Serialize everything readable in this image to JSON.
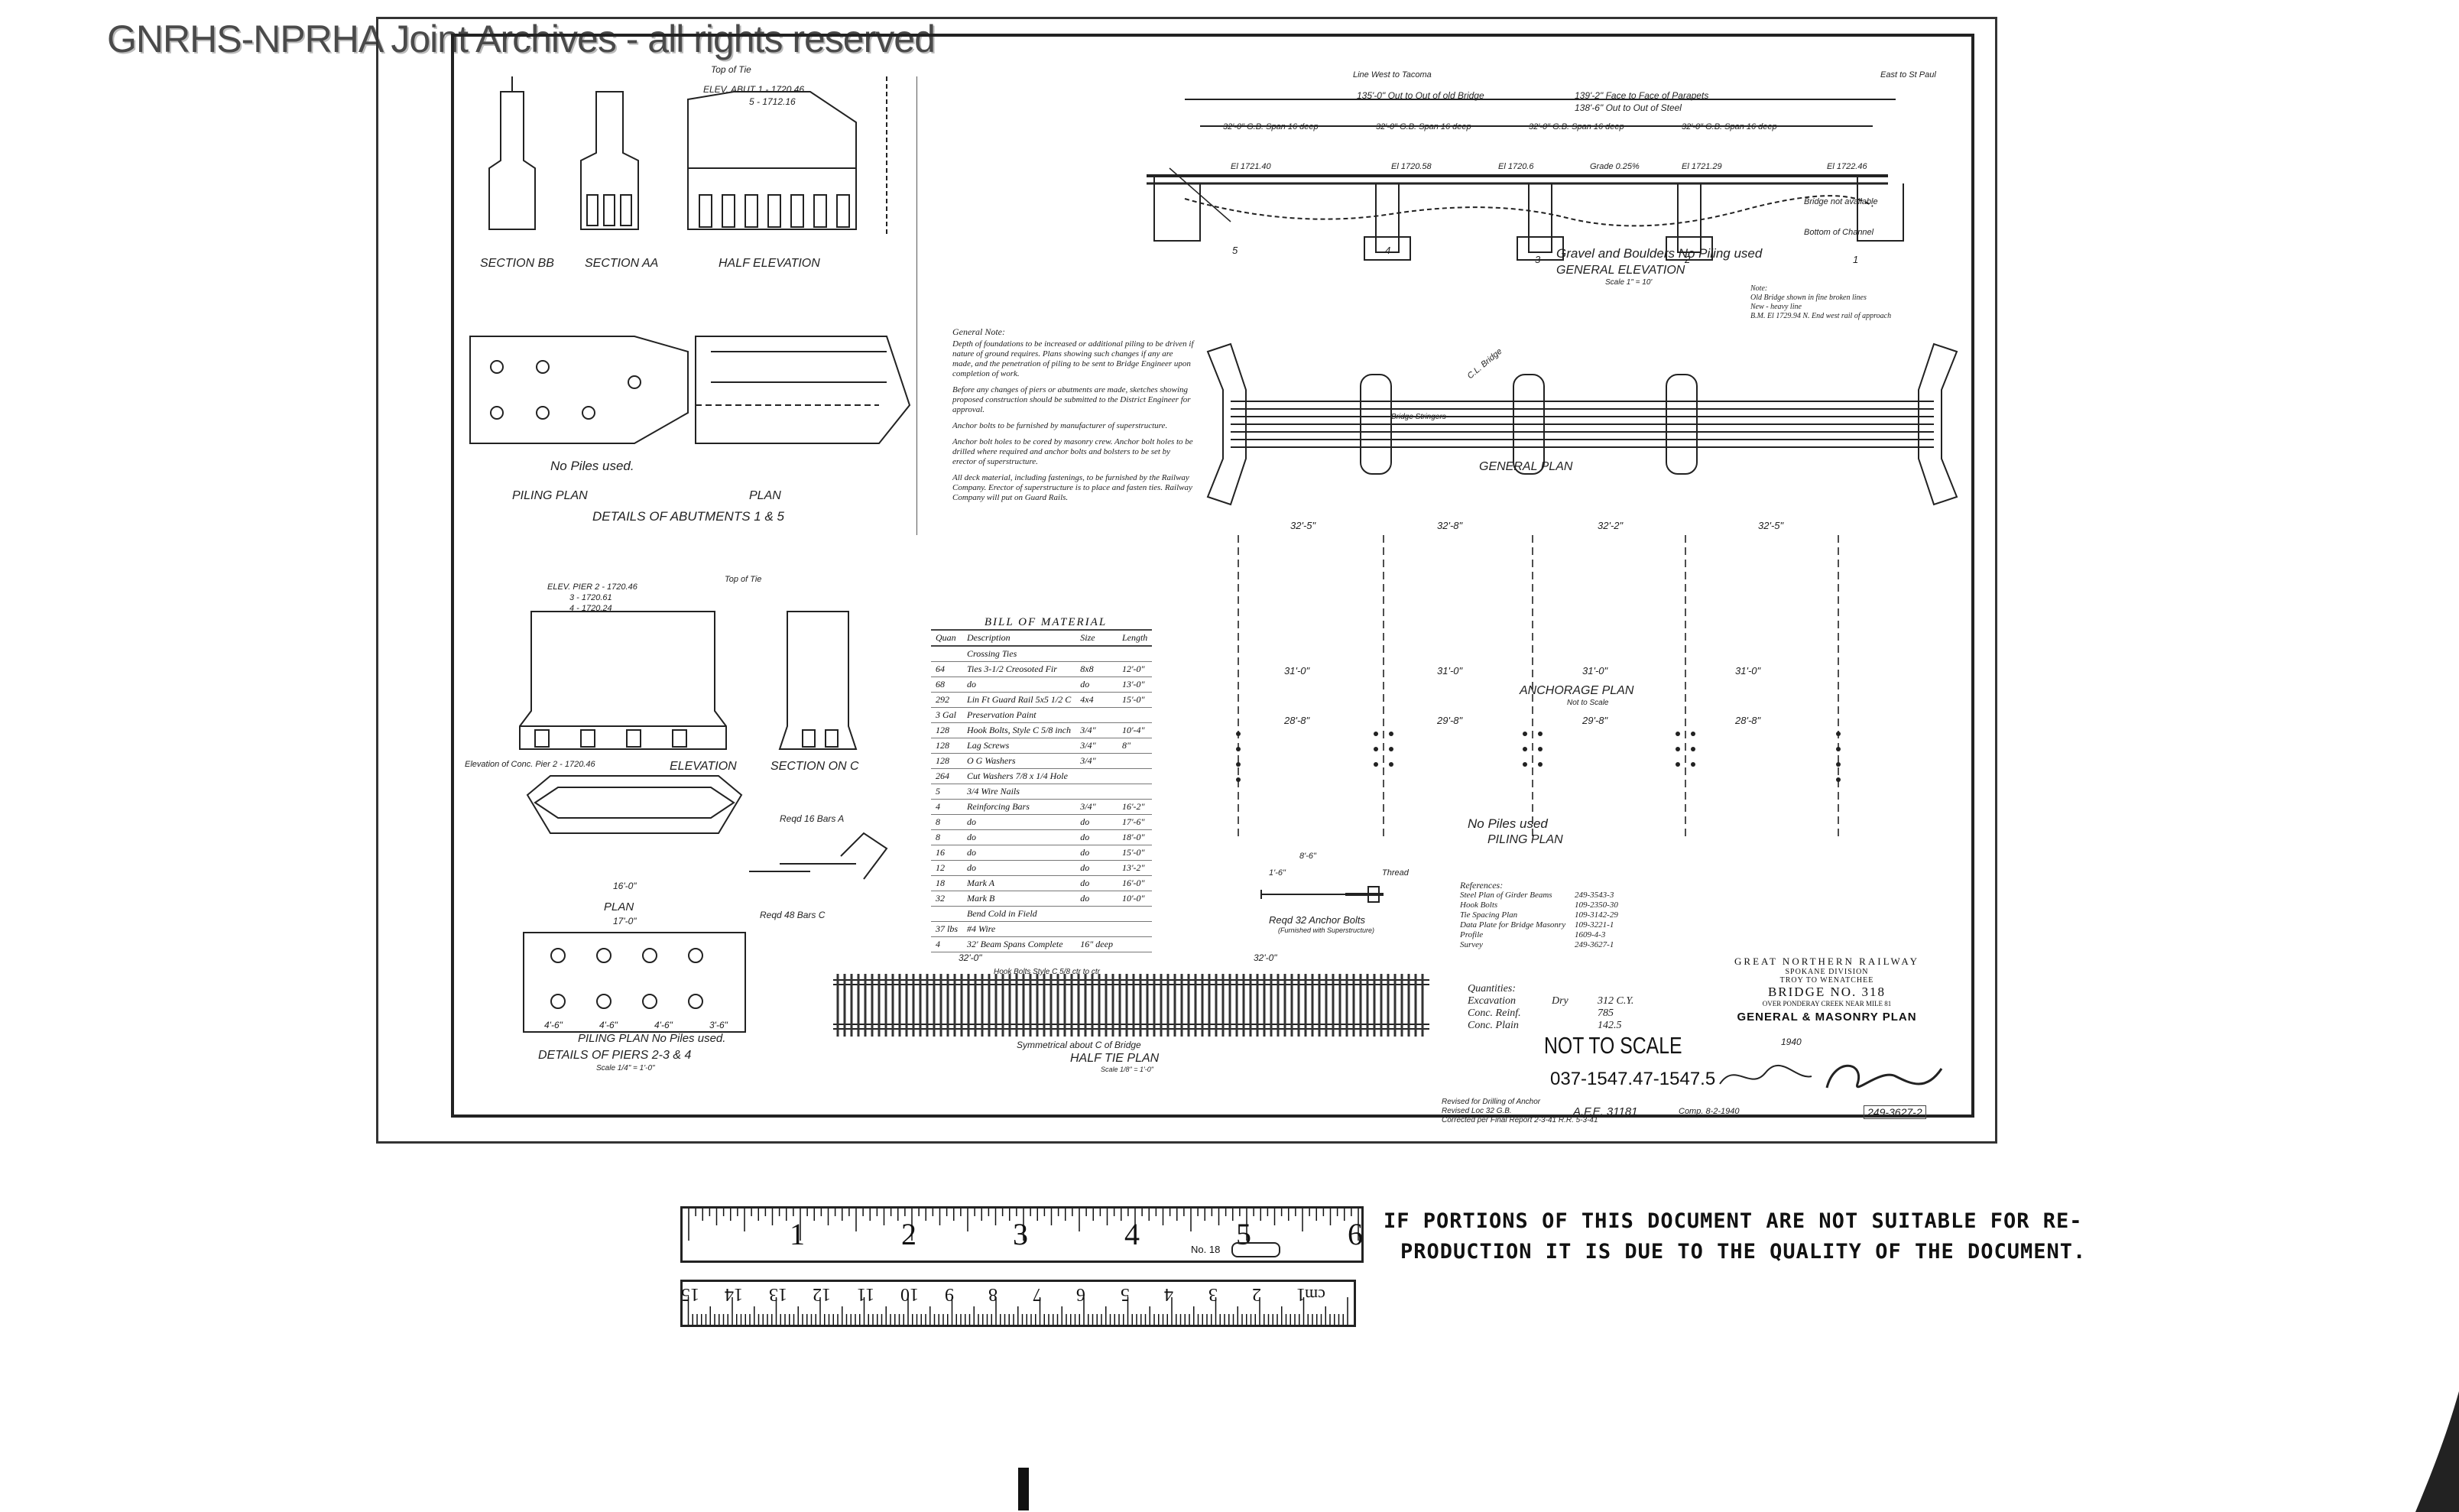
{
  "watermark": "GNRHS-NPRHA Joint Archives - all rights reserved",
  "abutments": {
    "section_bb": "SECTION BB",
    "section_aa": "SECTION AA",
    "half_elevation": "HALF ELEVATION",
    "top_of_tie": "Top of Tie",
    "elev_label": "ELEV. ABUT 1 - 1720.46",
    "elev_label_2": "5 - 1712.16",
    "piling_plan": "PILING PLAN",
    "plan": "PLAN",
    "no_piles": "No Piles used.",
    "details": "DETAILS OF ABUTMENTS 1 & 5"
  },
  "general_notes": {
    "title": "General Note:",
    "paragraphs": [
      "Depth of foundations to be increased or additional piling to be driven if nature of ground requires. Plans showing such changes if any are made, and the penetration of piling to be sent to Bridge Engineer upon completion of work.",
      "Before any changes of piers or abutments are made, sketches showing proposed construction should be submitted to the District Engineer for approval.",
      "Anchor bolts to be furnished by manufacturer of superstructure.",
      "Anchor bolt holes to be cored by masonry crew. Anchor bolt holes to be drilled where required and anchor bolts and bolsters to be set by erector of superstructure.",
      "All deck material, including fastenings, to be furnished by the Railway Company. Erector of superstructure is to place and fasten ties. Railway Company will put on Guard Rails."
    ]
  },
  "general_elevation": {
    "title": "GENERAL ELEVATION",
    "scale": "Scale 1\" = 10'",
    "overall": "135'-0\" Out to Out of old Bridge",
    "faces": "139'-2\" Face to Face of Parapets",
    "faces_2": "138'-6\" Out to Out of Steel",
    "spans": [
      "32'-0\" G.B. Span 16 deep",
      "32'-0\" G.B. Span 16 deep",
      "32'-0\" G.B. Span 16 deep",
      "32'-0\" G.B. Span 16 deep"
    ],
    "elevations": [
      "El 1721.40",
      "El 1720.58",
      "El 1720.6",
      "El 1721.29",
      "El 1722.46"
    ],
    "grade": "Grade 0.25%",
    "gravel_note": "Gravel and Boulders No Piling used",
    "piers": [
      "5",
      "4",
      "3",
      "2",
      "1"
    ],
    "to_east": "East to St Paul",
    "to_west": "Line West to Tacoma",
    "note_title": "Note:",
    "note_lines": [
      "Old Bridge shown in fine broken lines",
      "New - heavy line",
      "B.M. El 1729.94 N. End west rail of approach"
    ],
    "remarks": [
      "Bridge not available",
      "Bottom of Channel"
    ]
  },
  "general_plan": {
    "title": "GENERAL PLAN",
    "rail_label": "Bridge Stringers",
    "center_label": "C.L. Bridge"
  },
  "anchorage_plan": {
    "title": "ANCHORAGE PLAN",
    "subtitle": "Not to Scale",
    "dims_top": [
      "32'-5\"",
      "32'-8\"",
      "32'-2\"",
      "32'-5\""
    ],
    "dims_mid": [
      "31'-0\"",
      "31'-0\"",
      "31'-0\"",
      "31'-0\""
    ],
    "dims_bot": [
      "28'-8\"",
      "29'-8\"",
      "29'-8\"",
      "28'-8\""
    ]
  },
  "piling_plan_right": {
    "title": "PILING PLAN",
    "no_piles": "No Piles used"
  },
  "bill_of_material": {
    "title": "BILL OF MATERIAL",
    "columns": [
      "Quan",
      "Description",
      "Size",
      "Length"
    ],
    "rows": [
      [
        "",
        "Crossing Ties",
        "",
        ""
      ],
      [
        "64",
        "Ties 3-1/2 Creosoted Fir",
        "8x8",
        "12'-0\""
      ],
      [
        "68",
        "do",
        "do",
        "13'-0\""
      ],
      [
        "292",
        "Lin Ft Guard Rail 5x5 1/2 C",
        "4x4",
        "15'-0\""
      ],
      [
        "3 Gal",
        "Preservation Paint",
        "",
        ""
      ],
      [
        "128",
        "Hook Bolts, Style C 5/8 inch",
        "3/4\"",
        "10'-4\""
      ],
      [
        "128",
        "Lag Screws",
        "3/4\"",
        "8\""
      ],
      [
        "128",
        "O G Washers",
        "3/4\"",
        ""
      ],
      [
        "264",
        "Cut Washers 7/8 x 1/4 Hole",
        "",
        ""
      ],
      [
        "5",
        "3/4 Wire Nails",
        "",
        ""
      ],
      [
        "4",
        "Reinforcing Bars",
        "3/4\"",
        "16'-2\""
      ],
      [
        "8",
        "do",
        "do",
        "17'-6\""
      ],
      [
        "8",
        "do",
        "do",
        "18'-0\""
      ],
      [
        "16",
        "do",
        "do",
        "15'-0\""
      ],
      [
        "12",
        "do",
        "do",
        "13'-2\""
      ],
      [
        "18",
        "Mark A",
        "do",
        "16'-0\""
      ],
      [
        "32",
        "Mark B",
        "do",
        "10'-0\""
      ],
      [
        "",
        "Bend Cold in Field",
        "",
        ""
      ],
      [
        "37 lbs",
        "#4 Wire",
        "",
        ""
      ],
      [
        "4",
        "32' Beam Spans Complete",
        "16\" deep",
        ""
      ]
    ]
  },
  "piers": {
    "elev_label": "ELEV. PIER 2 - 1720.46",
    "elev_label_2": "3 - 1720.61",
    "elev_label_3": "4 - 1720.24",
    "elevation": "ELEVATION",
    "section": "SECTION ON C",
    "elevation_conc": "Elevation of Conc. Pier 2 - 1720.46",
    "plan": "PLAN",
    "piling_plan": "PILING PLAN No Piles used.",
    "details": "DETAILS OF PIERS 2-3 & 4",
    "scale": "Scale 1/4\" = 1'-0\"",
    "bars_a": "Reqd 16 Bars A",
    "bars_c": "Reqd 48 Bars C",
    "dims": [
      "16'-0\"",
      "17'-0\"",
      "4'-6\"",
      "4'-6\"",
      "4'-6\"",
      "3'-6\""
    ]
  },
  "anchor_bolts": {
    "caption": "Reqd 32 Anchor Bolts",
    "sub": "(Furnished with Superstructure)",
    "dims": [
      "8'-6\"",
      "1'-6\"",
      "Thread"
    ]
  },
  "half_tie_plan": {
    "title": "HALF TIE PLAN",
    "scale": "Scale 1/8\" = 1'-0\"",
    "span": "32'-0\"",
    "span_2": "32'-0\"",
    "hook_bolts": "Hook Bolts Style C 5/8 ctr to ctr",
    "symmetrical": "Symmetrical about C of Bridge"
  },
  "references": {
    "title": "References:",
    "items": [
      [
        "Steel Plan of Girder Beams",
        "249-3543-3"
      ],
      [
        "Hook Bolts",
        "109-2350-30"
      ],
      [
        "Tie Spacing Plan",
        "109-3142-29"
      ],
      [
        "Data Plate for Bridge Masonry",
        "109-3221-1"
      ],
      [
        "Profile",
        "1609-4-3"
      ],
      [
        "Survey",
        "249-3627-1"
      ]
    ]
  },
  "quantities": {
    "title": "Quantities:",
    "rows": [
      [
        "Excavation",
        "Dry",
        "312 C.Y."
      ],
      [
        "Conc. Reinf.",
        "",
        "785"
      ],
      [
        "Conc. Plain",
        "",
        "142.5"
      ]
    ]
  },
  "title_block": {
    "railway": "GREAT NORTHERN RAILWAY",
    "division": "SPOKANE DIVISION",
    "route": "TROY TO WENATCHEE",
    "bridge": "BRIDGE NO. 318",
    "location": "OVER PONDERAY CREEK NEAR MILE 81",
    "plan_name": "GENERAL & MASONRY PLAN",
    "not_to_scale": "NOT TO SCALE",
    "file_number": "037-1547.47-1547.5",
    "drawn": "1940",
    "revision_1": "Revised for Drilling of Anchor",
    "revision_2": "Revised Loc 32 G.B.",
    "revision_3": "Corrected per Final Report 2-3-41 R.R. 5-3-41",
    "afe": "A.F.E. 31181",
    "complete": "Comp. 8-2-1940",
    "drawing_no": "249-3627-2"
  },
  "stamp": {
    "line1": "IF PORTIONS OF THIS DOCUMENT ARE NOT SUITABLE FOR RE-",
    "line2": "PRODUCTION IT IS DUE TO THE QUALITY OF THE DOCUMENT."
  },
  "ruler": {
    "inch_labels": [
      "1",
      "2",
      "3",
      "4",
      "5",
      "6"
    ],
    "cm_labels": [
      "1",
      "2",
      "3",
      "4",
      "5",
      "6",
      "7",
      "8",
      "9",
      "10",
      "11",
      "12",
      "13",
      "14",
      "15"
    ],
    "cm_unit": "cm",
    "model": "No. 18"
  }
}
